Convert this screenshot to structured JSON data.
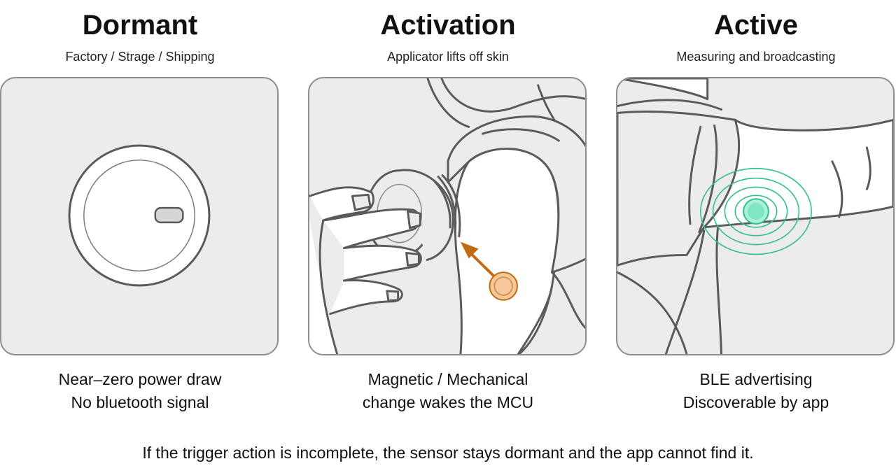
{
  "stages": [
    {
      "title": "Dormant",
      "subtitle": "Factory / Strage / Shipping",
      "caption_line1": "Near–zero power draw",
      "caption_line2": "No bluetooth signal"
    },
    {
      "title": "Activation",
      "subtitle": "Applicator lifts off skin",
      "caption_line1": "Magnetic / Mechanical",
      "caption_line2": "change wakes the MCU"
    },
    {
      "title": "Active",
      "subtitle": "Measuring and broadcasting",
      "caption_line1": "BLE advertising",
      "caption_line2": "Discoverable by app"
    }
  ],
  "footer_note": "If the trigger action is incomplete, the sensor stays dormant and the app cannot find it.",
  "colors": {
    "panel_bg": "#ececec",
    "outline": "#5a5a5a",
    "activation_accent": "#c26a10",
    "active_signal": "#2fbf8f"
  },
  "icons": [
    "sensor-dormant-icon",
    "applicator-hand-illustration",
    "arrow-icon",
    "sensor-broadcasting-icon"
  ]
}
